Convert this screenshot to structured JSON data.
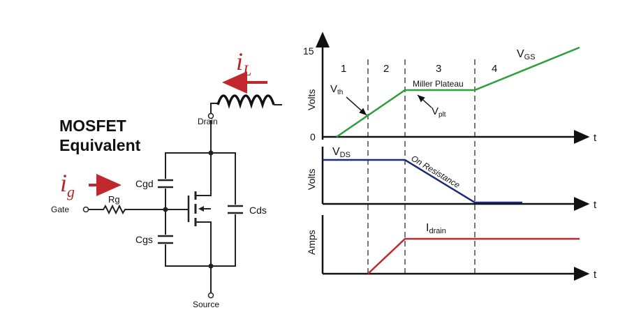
{
  "circuit": {
    "title_line1": "MOSFET",
    "title_line2": "Equivalent",
    "current_gate": "i",
    "current_gate_sub": "g",
    "current_load": "i",
    "current_load_sub": "L",
    "gate": "Gate",
    "rg": "Rg",
    "cgd": "Cgd",
    "cgs": "Cgs",
    "cds": "Cds",
    "drain": "Drain",
    "source": "Source",
    "red_color": "#b3262a"
  },
  "waveforms": {
    "phases": [
      "1",
      "2",
      "3",
      "4"
    ],
    "top": {
      "ylabel": "Volts",
      "y_max_label": "15",
      "y_zero_label": "0",
      "t_label": "t",
      "vgs_label": "V",
      "vgs_sub": "GS",
      "vth_label": "V",
      "vth_sub": "th",
      "vplt_label": "V",
      "vplt_sub": "plt",
      "miller_label": "Miller Plateau",
      "color": "#2aa03a"
    },
    "middle": {
      "ylabel": "Volts",
      "vds_label": "V",
      "vds_sub": "DS",
      "on_res_label": "On Resistance",
      "t_label": "t",
      "color": "#1e2a78"
    },
    "bottom": {
      "ylabel": "Amps",
      "idrain_label": "I",
      "idrain_sub": "drain",
      "t_label": "t",
      "color": "#c0282d"
    }
  }
}
